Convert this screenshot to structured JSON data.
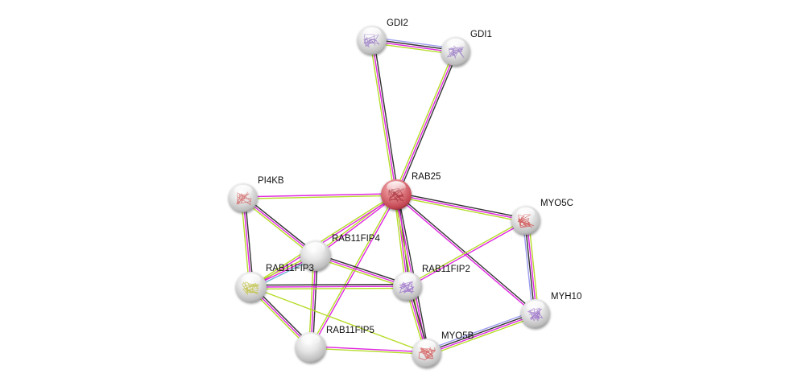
{
  "title": "Protein interaction network",
  "center_node": "RAB25",
  "edge_colors": {
    "database": "#2f7fcf",
    "experiments": "#e024e0",
    "textmining": "#b6dc2a",
    "coexpression": "#333333",
    "homology": "#9b9bf0",
    "knowledge": "#6fb3d6"
  },
  "nodes": [
    {
      "id": "RAB25",
      "label": "RAB25",
      "color": "#d9565f",
      "highlight": "#f3b3b6",
      "structure": "#a8323d",
      "query": true
    },
    {
      "id": "GDI2",
      "label": "GDI2",
      "color": "#d8d8d8",
      "highlight": "#ffffff",
      "structure": "#9a7bc4",
      "query": false
    },
    {
      "id": "GDI1",
      "label": "GDI1",
      "color": "#d8d8d8",
      "highlight": "#ffffff",
      "structure": "#9a7bc4",
      "query": false
    },
    {
      "id": "PI4KB",
      "label": "PI4KB",
      "color": "#d8d8d8",
      "highlight": "#ffffff",
      "structure": "#d26a6a",
      "query": false
    },
    {
      "id": "MYO5C",
      "label": "MYO5C",
      "color": "#d8d8d8",
      "highlight": "#ffffff",
      "structure": "#d04a4a",
      "query": false
    },
    {
      "id": "RAB11FIP4",
      "label": "RAB11FIP4",
      "color": "#d8d8d8",
      "highlight": "#ffffff",
      "structure": "",
      "query": false
    },
    {
      "id": "RAB11FIP3",
      "label": "RAB11FIP3",
      "color": "#d8d8d8",
      "highlight": "#ffffff",
      "structure": "#c2c24a",
      "query": false
    },
    {
      "id": "RAB11FIP2",
      "label": "RAB11FIP2",
      "color": "#d8d8d8",
      "highlight": "#ffffff",
      "structure": "#9a6ec8",
      "query": false
    },
    {
      "id": "MYH10",
      "label": "MYH10",
      "color": "#d8d8d8",
      "highlight": "#ffffff",
      "structure": "#9a6ec8",
      "query": false
    },
    {
      "id": "RAB11FIP5",
      "label": "RAB11FIP5",
      "color": "#d8d8d8",
      "highlight": "#ffffff",
      "structure": "",
      "query": false
    },
    {
      "id": "MYO5B",
      "label": "MYO5B",
      "color": "#d8d8d8",
      "highlight": "#ffffff",
      "structure": "#d04a4a",
      "query": false
    }
  ],
  "edges": [
    {
      "source": "GDI2",
      "target": "GDI1",
      "channels": [
        "homology",
        "coexpression",
        "experiments",
        "textmining"
      ]
    },
    {
      "source": "GDI2",
      "target": "RAB25",
      "channels": [
        "coexpression",
        "experiments",
        "textmining"
      ]
    },
    {
      "source": "GDI1",
      "target": "RAB25",
      "channels": [
        "coexpression",
        "experiments",
        "textmining"
      ]
    },
    {
      "source": "PI4KB",
      "target": "RAB25",
      "channels": [
        "experiments",
        "textmining"
      ]
    },
    {
      "source": "PI4KB",
      "target": "RAB11FIP4",
      "channels": [
        "coexpression",
        "experiments",
        "textmining"
      ]
    },
    {
      "source": "PI4KB",
      "target": "RAB11FIP3",
      "channels": [
        "coexpression",
        "experiments",
        "textmining"
      ]
    },
    {
      "source": "RAB25",
      "target": "MYO5C",
      "channels": [
        "coexpression",
        "experiments",
        "textmining"
      ]
    },
    {
      "source": "RAB25",
      "target": "RAB11FIP4",
      "channels": [
        "experiments",
        "textmining"
      ]
    },
    {
      "source": "RAB25",
      "target": "RAB11FIP3",
      "channels": [
        "experiments",
        "textmining"
      ]
    },
    {
      "source": "RAB25",
      "target": "RAB11FIP2",
      "channels": [
        "coexpression",
        "experiments",
        "textmining"
      ]
    },
    {
      "source": "RAB25",
      "target": "MYH10",
      "channels": [
        "coexpression",
        "experiments"
      ]
    },
    {
      "source": "RAB25",
      "target": "RAB11FIP5",
      "channels": [
        "experiments",
        "textmining"
      ]
    },
    {
      "source": "RAB25",
      "target": "MYO5B",
      "channels": [
        "coexpression",
        "experiments",
        "textmining"
      ]
    },
    {
      "source": "MYO5C",
      "target": "RAB11FIP2",
      "channels": [
        "experiments",
        "textmining"
      ]
    },
    {
      "source": "MYO5C",
      "target": "MYH10",
      "channels": [
        "textmining",
        "experiments",
        "coexpression",
        "homology"
      ]
    },
    {
      "source": "RAB11FIP4",
      "target": "RAB11FIP3",
      "channels": [
        "knowledge",
        "experiments",
        "textmining"
      ]
    },
    {
      "source": "RAB11FIP4",
      "target": "RAB11FIP2",
      "channels": [
        "coexpression",
        "experiments",
        "textmining"
      ]
    },
    {
      "source": "RAB11FIP4",
      "target": "RAB11FIP5",
      "channels": [
        "coexpression",
        "experiments",
        "textmining"
      ]
    },
    {
      "source": "RAB11FIP3",
      "target": "RAB11FIP2",
      "channels": [
        "coexpression",
        "experiments",
        "textmining"
      ]
    },
    {
      "source": "RAB11FIP3",
      "target": "RAB11FIP5",
      "channels": [
        "coexpression",
        "experiments",
        "textmining"
      ]
    },
    {
      "source": "RAB11FIP3",
      "target": "MYO5B",
      "channels": [
        "textmining"
      ]
    },
    {
      "source": "RAB11FIP2",
      "target": "MYO5B",
      "channels": [
        "coexpression",
        "experiments",
        "textmining"
      ]
    },
    {
      "source": "RAB11FIP5",
      "target": "MYO5B",
      "channels": [
        "experiments",
        "textmining"
      ]
    },
    {
      "source": "MYH10",
      "target": "MYO5B",
      "channels": [
        "textmining",
        "experiments",
        "coexpression",
        "homology"
      ]
    }
  ]
}
